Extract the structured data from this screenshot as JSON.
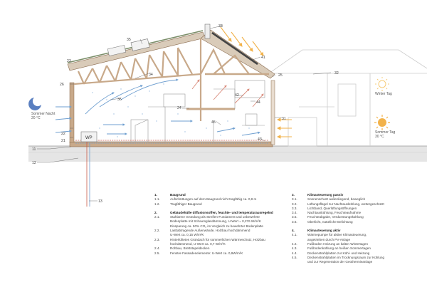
{
  "labels": {
    "l11": "11",
    "l12": "12",
    "l13": "13",
    "l21": "21",
    "l22": "22",
    "l23": "23",
    "l24": "24",
    "l25": "25",
    "l26": "26",
    "l31": "31",
    "l32": "32",
    "l33": "33",
    "l34": "34",
    "l35": "35",
    "l36": "36",
    "l41": "41",
    "l42": "42",
    "l43": "43",
    "l44": "44",
    "l45": "45",
    "wp": "WP"
  },
  "side": {
    "winter_night_line1": "Sommer Nacht",
    "winter_night_line2": "20 °C",
    "winter_day": "Winter Tag",
    "summer_day_line1": "Sommer Tag",
    "summer_day_line2": "30 °C"
  },
  "colors": {
    "wood": "#c8a98a",
    "ground": "#e3e3e3",
    "air_blue": "#6f9fd0",
    "air_red": "#d98a7a",
    "sun": "#f2b24a",
    "moon": "#5a7fc0",
    "pipe": "#c85a48"
  },
  "legend": {
    "col1": [
      {
        "num": "1.",
        "text": "Baugrund",
        "head": true
      },
      {
        "num": "1.1.",
        "text": "Aufschüttungen auf dem Baugrund nicht tragfähig ca. 0,8 m"
      },
      {
        "num": "1.2.",
        "text": "Tragfähiger Baugrund"
      },
      {
        "gap": true
      },
      {
        "num": "2.",
        "text": "Gebäudehülle diffusionsoffen, feuchte- und temperaturausregelnd",
        "head": true
      },
      {
        "num": "2.1.",
        "text": "Stahlarme Gründung als Streifen-Fundament und unbewehrte"
      },
      {
        "num": "",
        "text": "Bodenplatte mit Schaumglasdämmung, U-Wert = 0,276 W/m²K"
      },
      {
        "num": "",
        "text": "Einsparung ca. 50% CO₂ im Vergleich zu bewehrter Bodenplatte"
      },
      {
        "num": "2.2.",
        "text": "Lasttabtragende Außenwände, Holzbau hochdämmend"
      },
      {
        "num": "",
        "text": "U-Wert ca. 0,15 W/m²K"
      },
      {
        "num": "2.3.",
        "text": "Hinterlüftetes Gründach für sommerlichen Wärmeschutz, Holzbau"
      },
      {
        "num": "",
        "text": "hochdämmend, U-Wert ca. 0,7 W/m²K"
      },
      {
        "num": "2.4.",
        "text": "Rohbau, Brettstapeldecken"
      },
      {
        "num": "2.5.",
        "text": "Fenster-Fassadenelemente: U-Wert ca. 0,9W/m²K"
      }
    ],
    "col2": [
      {
        "num": "3.",
        "text": "Klimasteuerung passiv",
        "head": true
      },
      {
        "num": "3.1.",
        "text": "Sonnenschutz außenliegend, beweglich"
      },
      {
        "num": "3.2.",
        "text": "Lüftungsflügel zur Nachtauskühlung, wettergeschützt"
      },
      {
        "num": "3.3.",
        "text": "Lichtband, Querlüftungsöffnungen"
      },
      {
        "num": "3.4.",
        "text": "Nachtauskühlung, Feuchteaufnahme"
      },
      {
        "num": "3.5.",
        "text": "Feuchteabgabe, Verdunstungskühlung"
      },
      {
        "num": "3.6.",
        "text": "Oberlicht, natürliche Belichtung"
      },
      {
        "gap": true
      },
      {
        "num": "4.",
        "text": "Klimasteuerung aktiv",
        "head": true
      },
      {
        "num": "4.1.",
        "text": "Wärmepumpe für aktive Klimasteuerung,"
      },
      {
        "num": "",
        "text": "angetrieben durch PV-Anlage"
      },
      {
        "num": "4.2.",
        "text": "Fußboden Heizung an kalten Wintertagen"
      },
      {
        "num": "4.3.",
        "text": "Fußbodenkühlung an heißen Sommertagen"
      },
      {
        "num": "4.4.",
        "text": "Deckenstrahlplatten zur Kühl- und Heizung"
      },
      {
        "num": "4.5.",
        "text": "Deckenstrahlplatten im Trocknungsraum zur Kühlung"
      },
      {
        "num": "",
        "text": "und zur Regeneration der Geothermieanlage"
      }
    ]
  }
}
